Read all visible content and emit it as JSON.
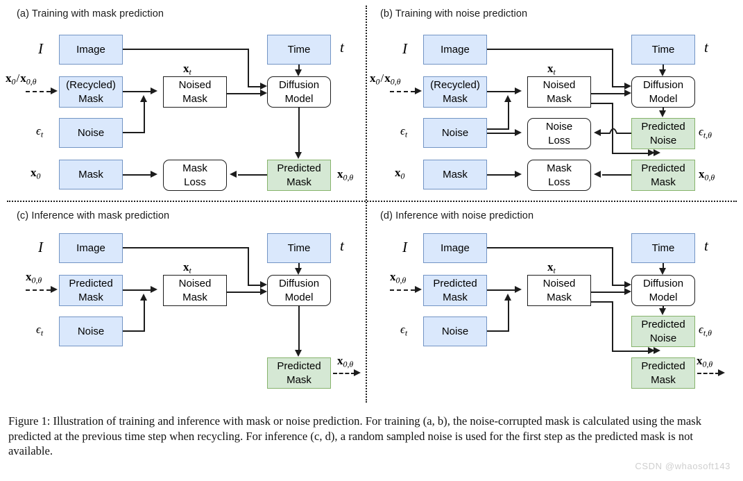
{
  "figure": {
    "caption": "Figure 1: Illustration of training and inference with mask or noise prediction. For training (a, b), the noise-corrupted mask is calculated using the mask predicted at the previous time step when recycling. For inference (c, d), a random sampled noise is used for the first step as the predicted mask is not available.",
    "watermark": "CSDN @whaosoft143",
    "colors": {
      "input_fill": "#dae8fc",
      "input_border": "#7294c4",
      "output_fill": "#d5e8d4",
      "output_border": "#86b36b",
      "process_fill": "#ffffff",
      "process_border": "#1c1c1c",
      "wire": "#1c1c1c"
    }
  },
  "panels": {
    "a": {
      "title": "(a) Training with mask prediction",
      "boxes": {
        "image": {
          "l1": "Image",
          "l2": ""
        },
        "recycled_mask": {
          "l1": "(Recycled)",
          "l2": "Mask"
        },
        "noise": {
          "l1": "Noise",
          "l2": ""
        },
        "gt_mask": {
          "l1": "Mask",
          "l2": ""
        },
        "noised_mask": {
          "l1": "Noised",
          "l2": "Mask"
        },
        "mask_loss": {
          "l1": "Mask",
          "l2": "Loss"
        },
        "time": {
          "l1": "Time",
          "l2": ""
        },
        "diffusion_model": {
          "l1": "Diffusion",
          "l2": "Model"
        },
        "predicted_mask": {
          "l1": "Predicted",
          "l2": "Mask"
        }
      },
      "labels": {
        "image": "I",
        "recycled_mask": "x0/x0,θ",
        "noise": "εt",
        "gt_mask": "x0",
        "noised_mask": "xt",
        "time": "t",
        "predicted_mask": "x0,θ"
      }
    },
    "b": {
      "title": "(b) Training with noise prediction",
      "boxes": {
        "image": {
          "l1": "Image",
          "l2": ""
        },
        "recycled_mask": {
          "l1": "(Recycled)",
          "l2": "Mask"
        },
        "noise": {
          "l1": "Noise",
          "l2": ""
        },
        "gt_mask": {
          "l1": "Mask",
          "l2": ""
        },
        "noised_mask": {
          "l1": "Noised",
          "l2": "Mask"
        },
        "noise_loss": {
          "l1": "Noise",
          "l2": "Loss"
        },
        "mask_loss": {
          "l1": "Mask",
          "l2": "Loss"
        },
        "time": {
          "l1": "Time",
          "l2": ""
        },
        "diffusion_model": {
          "l1": "Diffusion",
          "l2": "Model"
        },
        "predicted_noise": {
          "l1": "Predicted",
          "l2": "Noise"
        },
        "predicted_mask": {
          "l1": "Predicted",
          "l2": "Mask"
        }
      },
      "labels": {
        "image": "I",
        "recycled_mask": "x0/x0,θ",
        "noise": "εt",
        "gt_mask": "x0",
        "noised_mask": "xt",
        "time": "t",
        "predicted_noise": "εt,θ",
        "predicted_mask": "x0,θ"
      }
    },
    "c": {
      "title": "(c) Inference with mask prediction",
      "boxes": {
        "image": {
          "l1": "Image",
          "l2": ""
        },
        "predicted_mask_in": {
          "l1": "Predicted",
          "l2": "Mask"
        },
        "noise": {
          "l1": "Noise",
          "l2": ""
        },
        "noised_mask": {
          "l1": "Noised",
          "l2": "Mask"
        },
        "time": {
          "l1": "Time",
          "l2": ""
        },
        "diffusion_model": {
          "l1": "Diffusion",
          "l2": "Model"
        },
        "predicted_mask_out": {
          "l1": "Predicted",
          "l2": "Mask"
        }
      },
      "labels": {
        "image": "I",
        "predicted_mask_in": "x0,θ",
        "noise": "εt",
        "noised_mask": "xt",
        "time": "t",
        "predicted_mask_out": "x0,θ"
      }
    },
    "d": {
      "title": "(d) Inference with noise prediction",
      "boxes": {
        "image": {
          "l1": "Image",
          "l2": ""
        },
        "predicted_mask_in": {
          "l1": "Predicted",
          "l2": "Mask"
        },
        "noise": {
          "l1": "Noise",
          "l2": ""
        },
        "noised_mask": {
          "l1": "Noised",
          "l2": "Mask"
        },
        "time": {
          "l1": "Time",
          "l2": ""
        },
        "diffusion_model": {
          "l1": "Diffusion",
          "l2": "Model"
        },
        "predicted_noise": {
          "l1": "Predicted",
          "l2": "Noise"
        },
        "predicted_mask_out": {
          "l1": "Predicted",
          "l2": "Mask"
        }
      },
      "labels": {
        "image": "I",
        "predicted_mask_in": "x0,θ",
        "noise": "εt",
        "noised_mask": "xt",
        "time": "t",
        "predicted_noise": "εt,θ",
        "predicted_mask_out": "x0,θ"
      }
    }
  }
}
